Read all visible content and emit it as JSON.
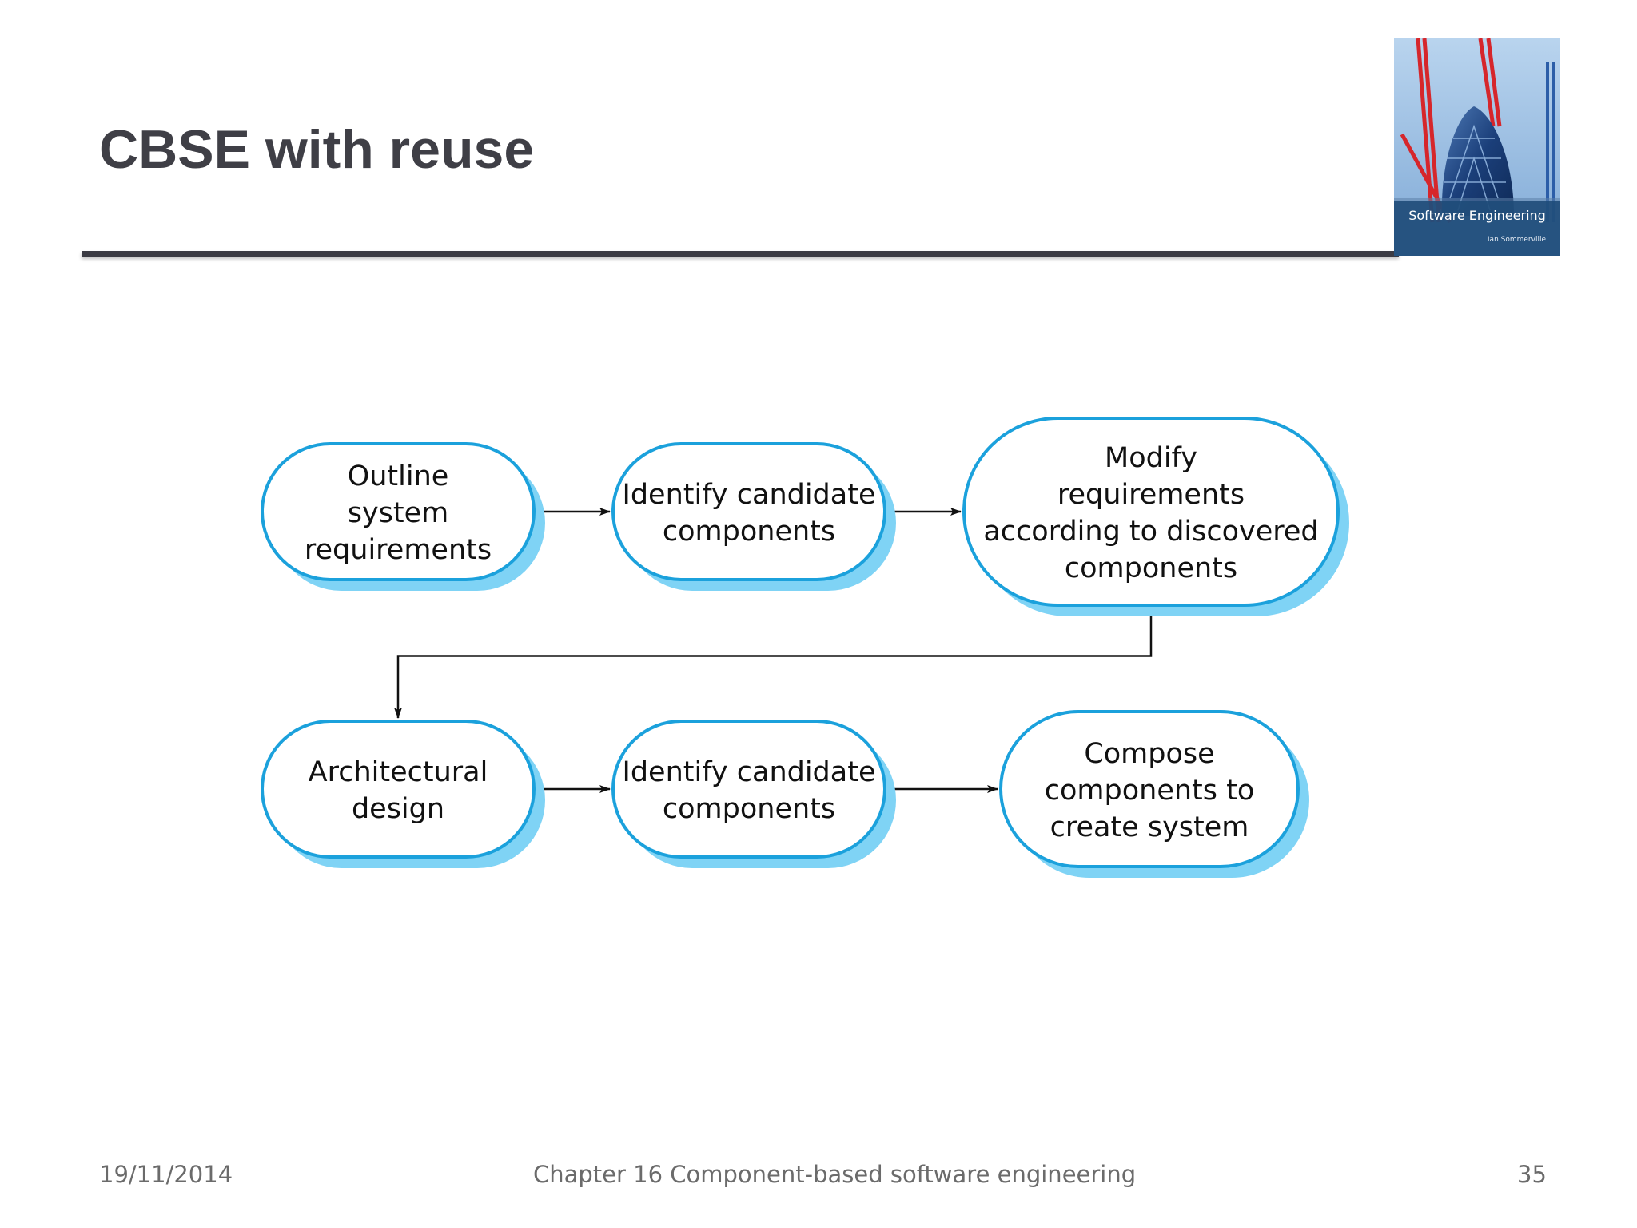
{
  "slide": {
    "title": "CBSE with reuse"
  },
  "cover_image": {
    "title": "Software Engineering",
    "author": "Ian Sommerville"
  },
  "diagram": {
    "steps": [
      {
        "id": "outline",
        "lines": [
          "Outline",
          "system",
          "requirements"
        ]
      },
      {
        "id": "identify-1",
        "lines": [
          "Identify candidate",
          "components"
        ]
      },
      {
        "id": "modify",
        "lines": [
          "Modify",
          "requirements",
          "according to discovered",
          "components"
        ]
      },
      {
        "id": "architectural",
        "lines": [
          "Architectural",
          "design"
        ]
      },
      {
        "id": "identify-2",
        "lines": [
          "Identify candidate",
          "components"
        ]
      },
      {
        "id": "compose",
        "lines": [
          "Compose",
          "components to",
          "create system"
        ]
      }
    ],
    "flows": [
      {
        "from": "outline",
        "to": "identify-1"
      },
      {
        "from": "identify-1",
        "to": "modify"
      },
      {
        "from": "modify",
        "to": "architectural"
      },
      {
        "from": "architectural",
        "to": "identify-2"
      },
      {
        "from": "identify-2",
        "to": "compose"
      }
    ],
    "colors": {
      "node_stroke": "#1ba1dc",
      "node_shadow": "#7fd3f5",
      "node_fill": "#ffffff",
      "arrow": "#111111",
      "text": "#111111"
    }
  },
  "footer": {
    "date": "19/11/2014",
    "chapter": "Chapter 16 Component-based software engineering",
    "page": "35"
  }
}
